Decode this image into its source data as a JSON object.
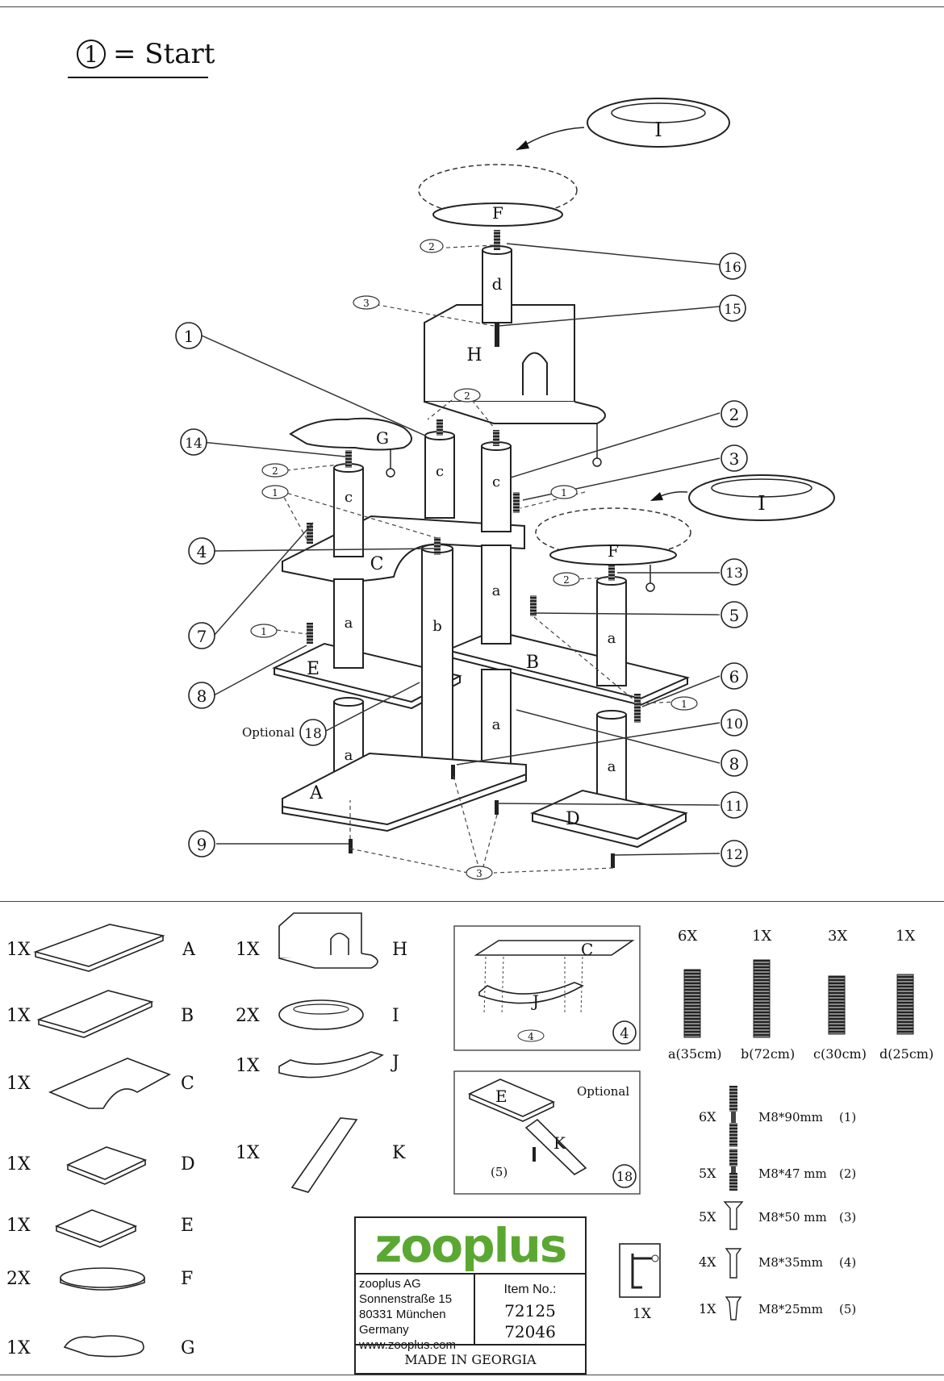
{
  "heading": {
    "step_num": "1",
    "text": "= Start"
  },
  "assembly": {
    "parts": {
      "A": "A",
      "B": "B",
      "C": "C",
      "D": "D",
      "E": "E",
      "F1": "F",
      "F2": "F",
      "G": "G",
      "H": "H",
      "I1": "I",
      "I2": "I"
    },
    "posts": {
      "d": "d",
      "c1": "c",
      "c2": "c",
      "c3": "c",
      "a1": "a",
      "a2": "a",
      "a3": "a",
      "a4": "a",
      "a5": "a",
      "a6": "a",
      "b": "b"
    },
    "callouts": [
      "1",
      "2",
      "3",
      "4",
      "5",
      "6",
      "7",
      "8",
      "9",
      "10",
      "11",
      "8",
      "12",
      "13",
      "14",
      "15",
      "16",
      "18"
    ],
    "ovals": [
      "2",
      "3",
      "2",
      "2",
      "1",
      "1",
      "1",
      "2",
      "1",
      "3"
    ],
    "optional_label": "Optional"
  },
  "parts_list": {
    "boards": [
      {
        "qty": "1X",
        "letter": "A"
      },
      {
        "qty": "1X",
        "letter": "B"
      },
      {
        "qty": "1X",
        "letter": "C"
      },
      {
        "qty": "1X",
        "letter": "D"
      },
      {
        "qty": "1X",
        "letter": "E"
      },
      {
        "qty": "2X",
        "letter": "F"
      },
      {
        "qty": "1X",
        "letter": "G"
      }
    ],
    "other": [
      {
        "qty": "1X",
        "letter": "H"
      },
      {
        "qty": "2X",
        "letter": "I"
      },
      {
        "qty": "1X",
        "letter": "J"
      },
      {
        "qty": "1X",
        "letter": "K"
      }
    ],
    "detail4": {
      "board": "C",
      "bracket": "J",
      "oval": "4",
      "badge": "4"
    },
    "detail18": {
      "board": "E",
      "bracket": "K",
      "screw": "(5)",
      "badge": "18",
      "optional": "Optional"
    },
    "posts": [
      {
        "qty": "6X",
        "label": "a(35cm)"
      },
      {
        "qty": "1X",
        "label": "b(72cm)"
      },
      {
        "qty": "3X",
        "label": "c(30cm)"
      },
      {
        "qty": "1X",
        "label": "d(25cm)"
      }
    ],
    "screws": [
      {
        "qty": "6X",
        "spec": "M8*90mm",
        "code": "(1)"
      },
      {
        "qty": "5X",
        "spec": "M8*47 mm",
        "code": "(2)"
      },
      {
        "qty": "5X",
        "spec": "M8*50 mm",
        "code": "(3)"
      },
      {
        "qty": "4X",
        "spec": "M8*35mm",
        "code": "(4)"
      },
      {
        "qty": "1X",
        "spec": "M8*25mm",
        "code": "(5)"
      }
    ],
    "wrench": {
      "qty": "1X"
    }
  },
  "brand": {
    "logo": "zooplus",
    "address": [
      "zooplus AG",
      "Sonnenstraße 15",
      "80331 München",
      "Germany",
      "www.zooplus.com"
    ],
    "item_label": "Item No.:",
    "item_numbers": [
      "72125",
      "72046"
    ],
    "made_in": "MADE IN GEORGIA",
    "logo_color": "#5aa832"
  }
}
